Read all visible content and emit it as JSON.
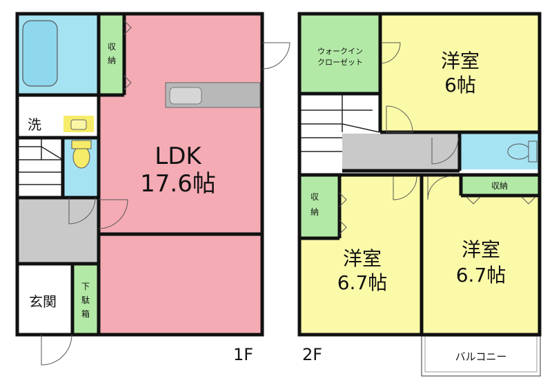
{
  "floor1": {
    "label": "1F",
    "ldk_name": "LDK",
    "ldk_size": "17.6帖",
    "storage": "収納",
    "wash": "洗",
    "entrance": "玄関",
    "shoe_box": [
      "下",
      "駄",
      "箱"
    ]
  },
  "floor2": {
    "label": "2F",
    "walkin_line1": "ウォークイン",
    "walkin_line2": "クローゼット",
    "room_a_name": "洋室",
    "room_a_size": "6帖",
    "room_b_name": "洋室",
    "room_b_size": "6.7帖",
    "room_c_name": "洋室",
    "room_c_size": "6.7帖",
    "storage_left": "収納",
    "storage_right": "収納",
    "balcony": "バルコニー"
  },
  "colors": {
    "ldk": "#f4abb4",
    "bath": "#a6e3f2",
    "storage": "#b3e9a6",
    "bedroom": "#fbfaa9",
    "hall": "#c9c9c9",
    "counter": "#b8b8b8"
  }
}
